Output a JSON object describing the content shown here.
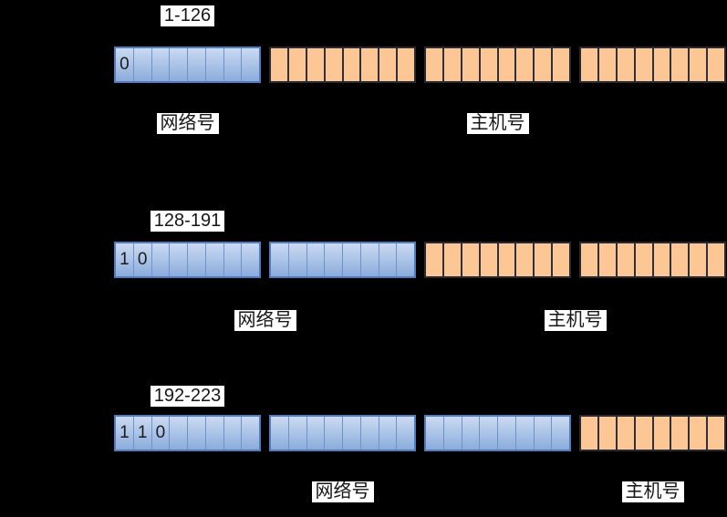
{
  "background_color": "#000000",
  "colors": {
    "network_fill_top": "#ccdaf1",
    "network_fill_bottom": "#8cacdc",
    "network_border": "#4d7ec0",
    "host_fill": "#fcc795",
    "host_border": "#282a33",
    "label_background": "#ffffff",
    "label_text": "#161616"
  },
  "bits_per_octet": 8,
  "octets_total": 4,
  "rows": [
    {
      "id": "class-a",
      "range_label": "1-126",
      "leading_bits": [
        "0"
      ],
      "network_octets": 1,
      "host_octets": 3,
      "network_label": "网络号",
      "host_label": "主机号"
    },
    {
      "id": "class-b",
      "range_label": "128-191",
      "leading_bits": [
        "1",
        "0"
      ],
      "network_octets": 2,
      "host_octets": 2,
      "network_label": "网络号",
      "host_label": "主机号"
    },
    {
      "id": "class-c",
      "range_label": "192-223",
      "leading_bits": [
        "1",
        "1",
        "0"
      ],
      "network_octets": 3,
      "host_octets": 1,
      "network_label": "网络号",
      "host_label": "主机号"
    }
  ]
}
